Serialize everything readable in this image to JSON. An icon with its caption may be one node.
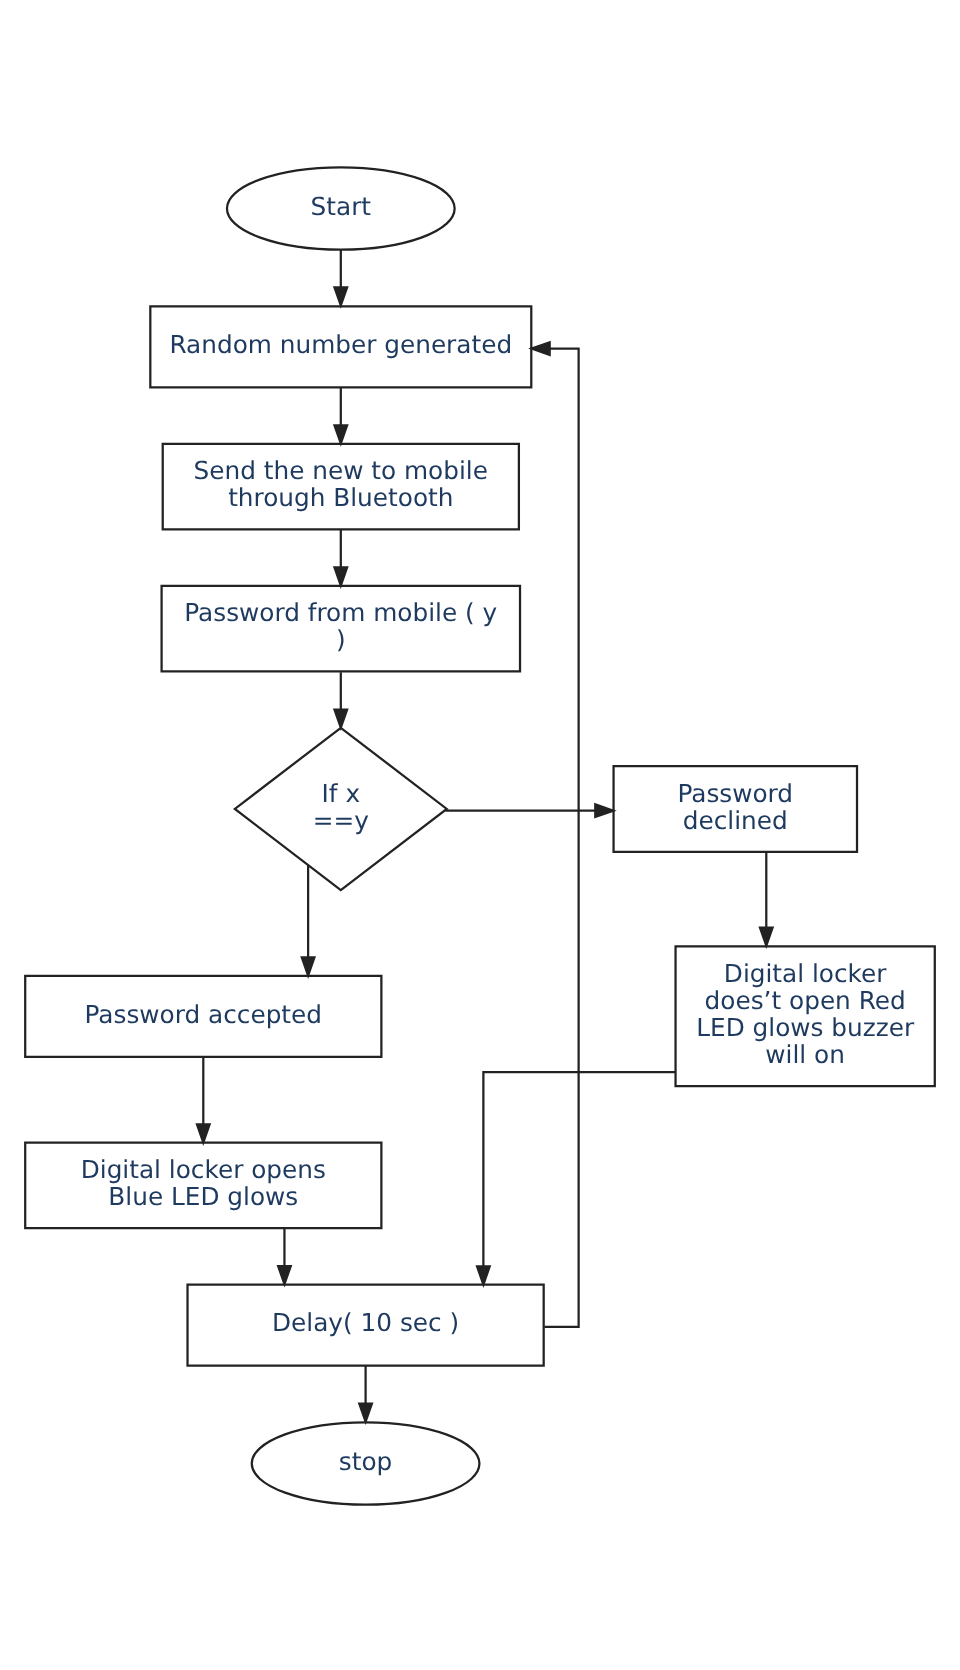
{
  "diagram": {
    "nodes": [
      {
        "text": [
          "Start"
        ]
      },
      {
        "text": [
          "Random number generated"
        ]
      },
      {
        "text": [
          "Send the new to mobile through Bluetooth"
        ]
      },
      {
        "text": [
          "Password from mobile ( y )"
        ]
      },
      {
        "text": [
          "If x ==y"
        ]
      },
      {
        "text": [
          "Password declined"
        ]
      },
      {
        "text": [
          "Digital locker does’t open Red LED glows buzzer will on"
        ]
      },
      {
        "text": [
          "Password accepted"
        ]
      },
      {
        "text": [
          "Digital locker opens Blue LED glows"
        ]
      },
      {
        "text": [
          "Delay( 10 sec )"
        ]
      },
      {
        "text": [
          "stop"
        ]
      }
    ],
    "edges": [
      {
        "from": 0,
        "to": 1,
        "arrow": "to"
      },
      {
        "from": 1,
        "to": 2,
        "arrow": "to"
      },
      {
        "from": 2,
        "to": 3,
        "arrow": "to"
      },
      {
        "from": 3,
        "to": 4,
        "arrow": "to"
      },
      {
        "from": 4,
        "to": 5,
        "arrow": "to"
      },
      {
        "from": 5,
        "to": 6,
        "arrow": "to"
      },
      {
        "from": 4,
        "to": 7,
        "arrow": "to"
      },
      {
        "from": 7,
        "to": 8,
        "arrow": "to"
      },
      {
        "from": 8,
        "to": 9,
        "arrow": "to"
      },
      {
        "from": 6,
        "to": 9,
        "arrow": "to"
      },
      {
        "from": 9,
        "to": 1,
        "arrow": "to"
      },
      {
        "from": 9,
        "to": 10,
        "arrow": "to"
      }
    ]
  }
}
